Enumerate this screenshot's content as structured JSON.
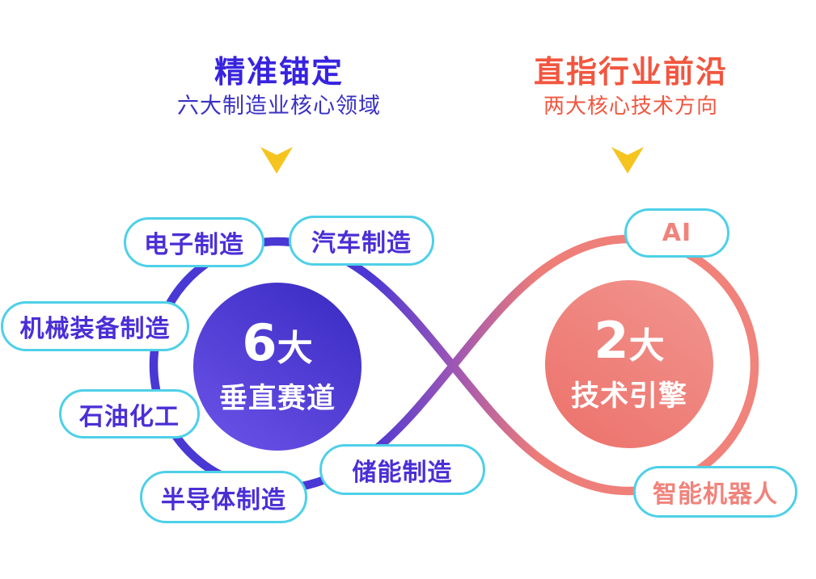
{
  "left_section": {
    "title": "精准锚定",
    "subtitle": "六大制造业核心领域",
    "center": {
      "number": "6",
      "unit": "大",
      "label": "垂直赛道"
    },
    "items": [
      "电子制造",
      "汽车制造",
      "机械装备制造",
      "石油化工",
      "半导体制造",
      "储能制造"
    ]
  },
  "right_section": {
    "title": "直指行业前沿",
    "subtitle": "两大核心技术方向",
    "center": {
      "number": "2",
      "unit": "大",
      "label": "技术引擎"
    },
    "items": [
      "AI",
      "智能机器人"
    ]
  },
  "colors": {
    "left_accent": "#3823DF",
    "left_subtitle": "#3A31C3",
    "left_loop": "#4838D4",
    "left_circle_gradient_start": "#3E2EC6",
    "left_circle_gradient_end": "#6A52E6",
    "right_accent": "#F2563F",
    "right_loop": "#F0837B",
    "right_circle_gradient_start": "#F1918B",
    "right_circle_gradient_end": "#EC736C",
    "pill_border": "#4ED0E8",
    "arrow": "#F6C41E",
    "background": "#FFFFFF"
  }
}
